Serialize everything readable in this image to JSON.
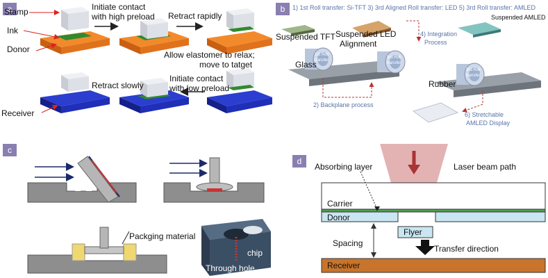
{
  "panel_a": {
    "tag": "a",
    "labels": {
      "stamp": "Stamp",
      "ink": "Ink",
      "donor": "Donor",
      "receiver": "Receiver",
      "step1_line1": "Initiate contact",
      "step1_line2": "with high preload",
      "step2": "Retract rapidly",
      "step3_line1": "Allow elastomer to relax;",
      "step3_line2": "move to tatget",
      "step4_line1": "Initiate contact",
      "step4_line2": "with low preload",
      "step5": "Retract slowly"
    },
    "colors": {
      "donor": "#e8721c",
      "receiver": "#1f2fb8",
      "ink": "#2f8a2f",
      "stamp": "#d9dbe0"
    }
  },
  "panel_b": {
    "tag": "b",
    "header": "1) 1st Roll transfer: Si-TFT 3) 3rd Aligned Roll transfer: LED 5) 3rd Roll transfer: AMLED",
    "labels": {
      "suspended_tft": "Suspended TFT",
      "suspended_led": "Suspended LED",
      "alignment": "Alignment",
      "suspended_amled": "Suspended AMLED",
      "glass": "Glass",
      "rubber": "Rubber",
      "integration_line1": "4) Integration",
      "integration_line2": "Process",
      "backplane": "2) Backplane process",
      "stretchable_line1": "6) Stretchable",
      "stretchable_line2": "AMLED Display",
      "roll1": "1st Roll",
      "roll2": "3rd Roll",
      "roll3": "3rd Roll",
      "roll_sub": "transfer"
    }
  },
  "panel_c": {
    "tag": "c",
    "labels": {
      "packaging": "Packging material",
      "chip": "chip",
      "through_hole": "Through hole"
    }
  },
  "panel_d": {
    "tag": "d",
    "labels": {
      "absorbing_layer": "Absorbing layer",
      "laser_beam_path": "Laser beam path",
      "carrier": "Carrier",
      "donor": "Donor",
      "flyer": "Flyer",
      "spacing": "Spacing",
      "transfer_direction": "Transfer direction",
      "receiver": "Receiver"
    },
    "colors": {
      "laser": "#d99a9a",
      "donor": "#c9e6f2",
      "receiver": "#c8742c",
      "absorbing": "#4fa04f"
    }
  }
}
